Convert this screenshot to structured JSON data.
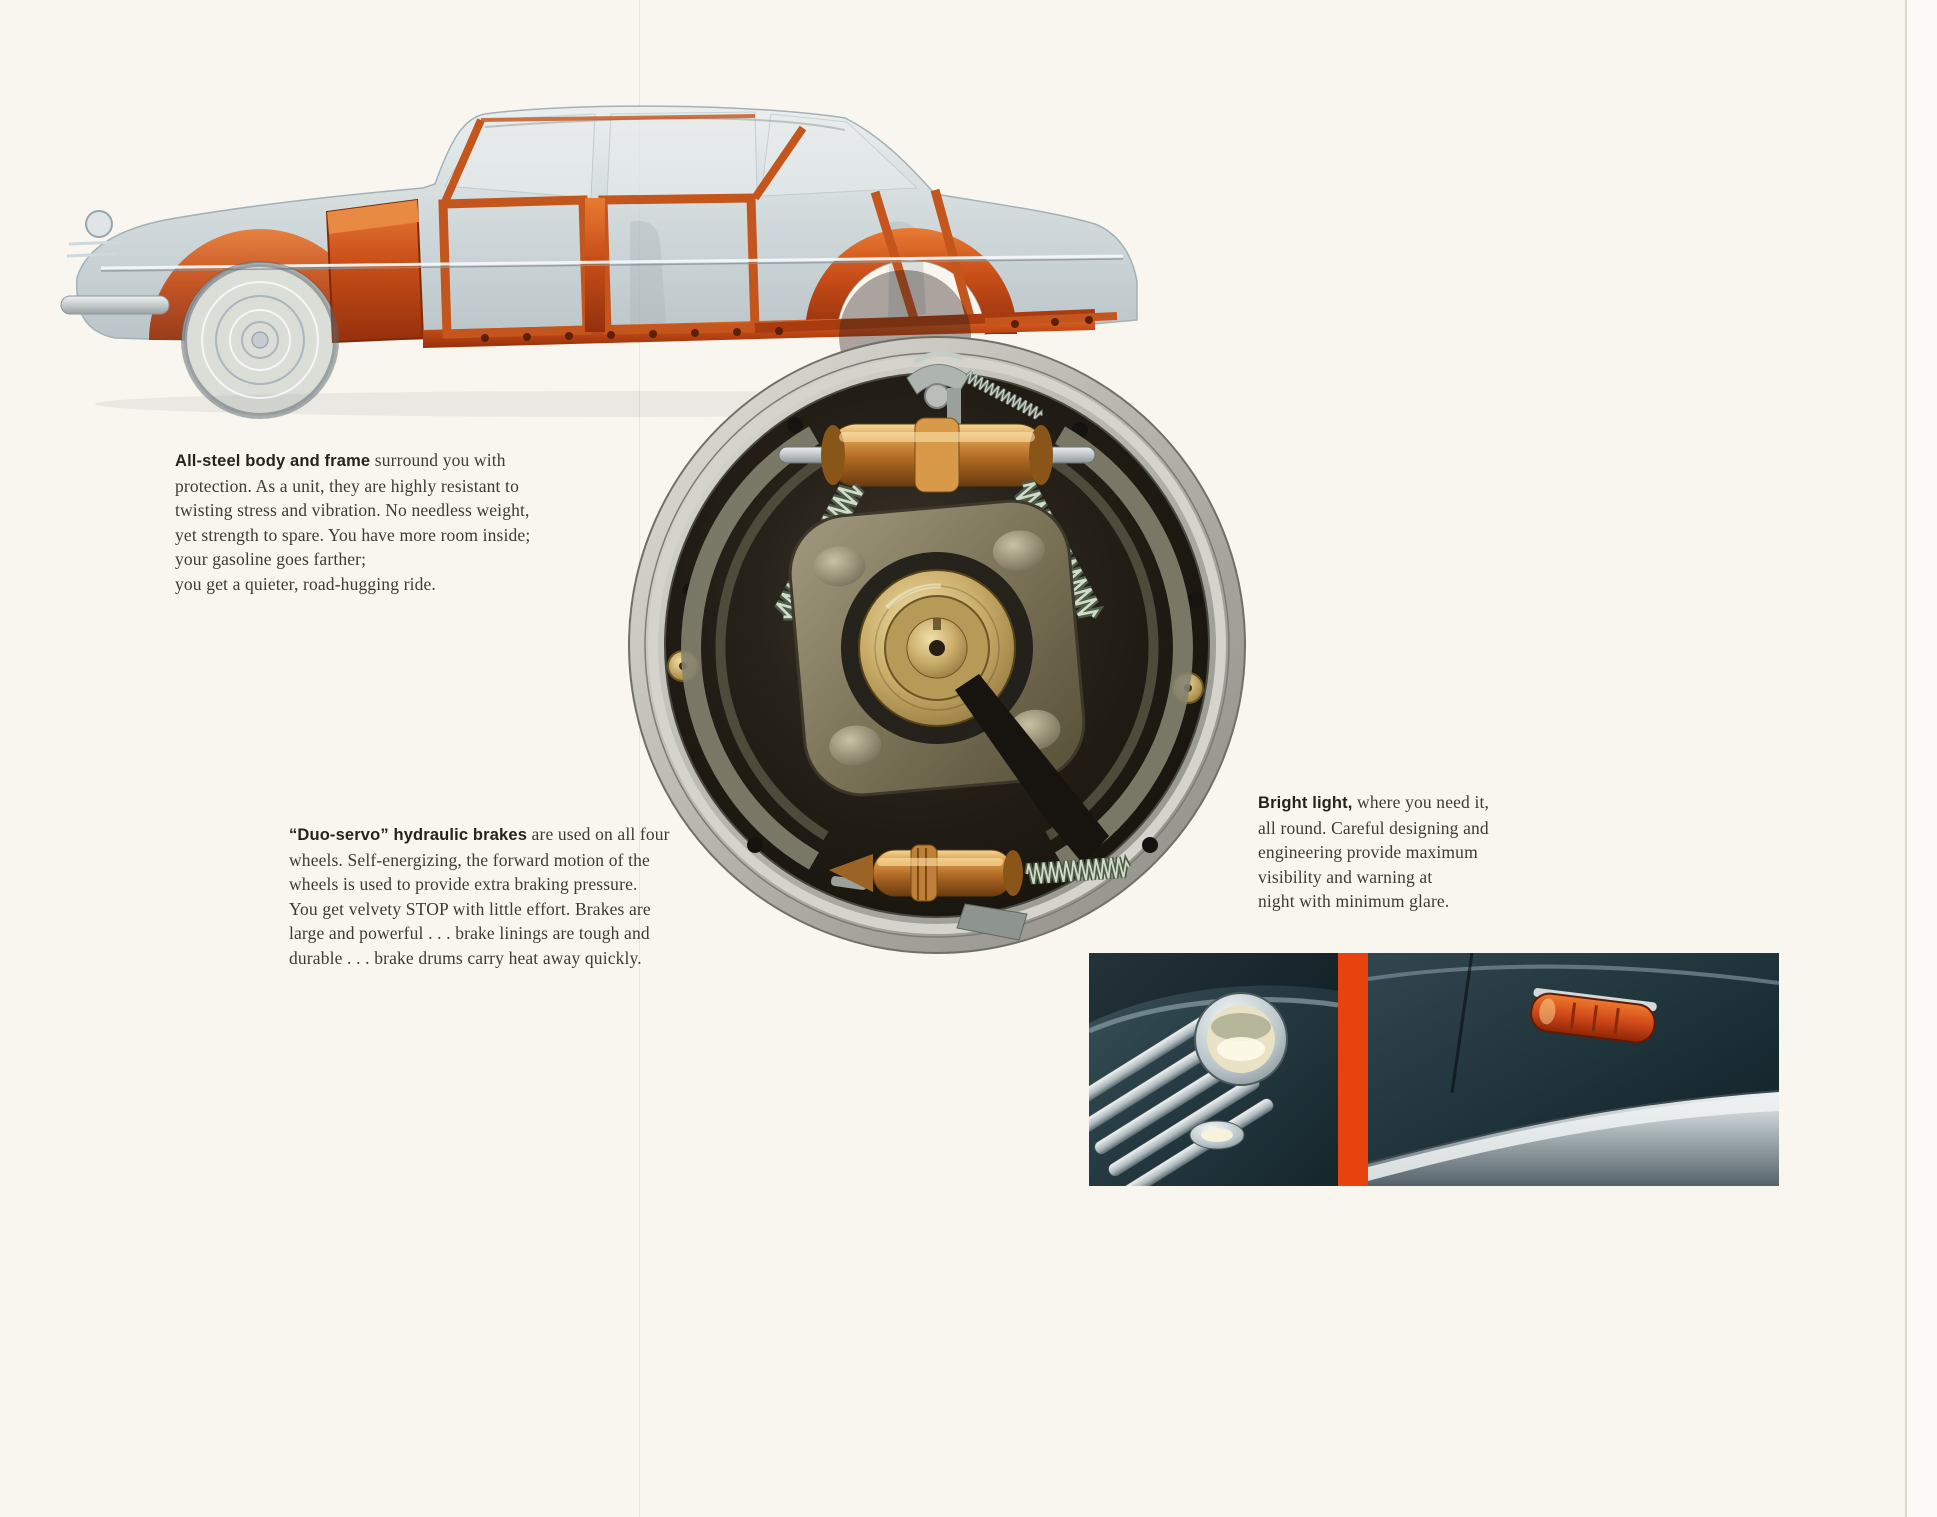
{
  "page": {
    "type": "vintage car brochure page",
    "palette": {
      "paper": "#f8f6ef",
      "frame_orange": "#c84e18",
      "stripe_orange": "#e8430e",
      "copper": "#c98b3f",
      "photo_teal": "#22363d"
    }
  },
  "captions": {
    "body_frame": {
      "lead": "All-steel body and frame",
      "lines": [
        " surround you with",
        "protection. As a unit, they are highly resistant to",
        "twisting stress and vibration. No needless weight,",
        "yet strength to spare. You have more room inside;",
        "your gasoline goes farther;",
        "you get a quieter, road-hugging ride."
      ]
    },
    "brakes": {
      "lead": "“Duo-servo” hydraulic brakes",
      "lines": [
        " are used on all four",
        "wheels. Self-energizing, the forward motion of the",
        "wheels is used to provide extra braking pressure.",
        "You get velvety STOP with little effort. Brakes are",
        "large and powerful . . . brake linings are tough and",
        "durable . . . brake drums carry heat away quickly."
      ]
    },
    "bright_light": {
      "lead": "Bright light,",
      "lines": [
        " where you need it,",
        "all round. Careful designing and",
        "engineering provide maximum",
        "visibility and warning at",
        "night with minimum glare."
      ]
    }
  }
}
